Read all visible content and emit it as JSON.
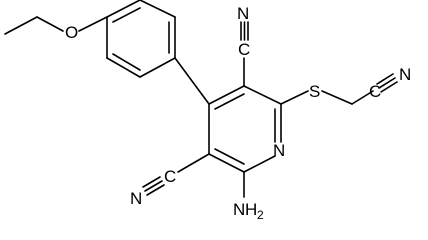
{
  "molecule": {
    "atom_labels": {
      "o_ether": "O",
      "n_ring": "N",
      "s_thio": "S",
      "n_cyano_top": "N",
      "n_cyano_right": "N",
      "n_cyano_left": "N",
      "c_cyano_top": "C",
      "c_cyano_right": "C",
      "c_cyano_left": "C",
      "amino_n": "N",
      "amino_h": "H",
      "amino_sub": "2"
    }
  }
}
